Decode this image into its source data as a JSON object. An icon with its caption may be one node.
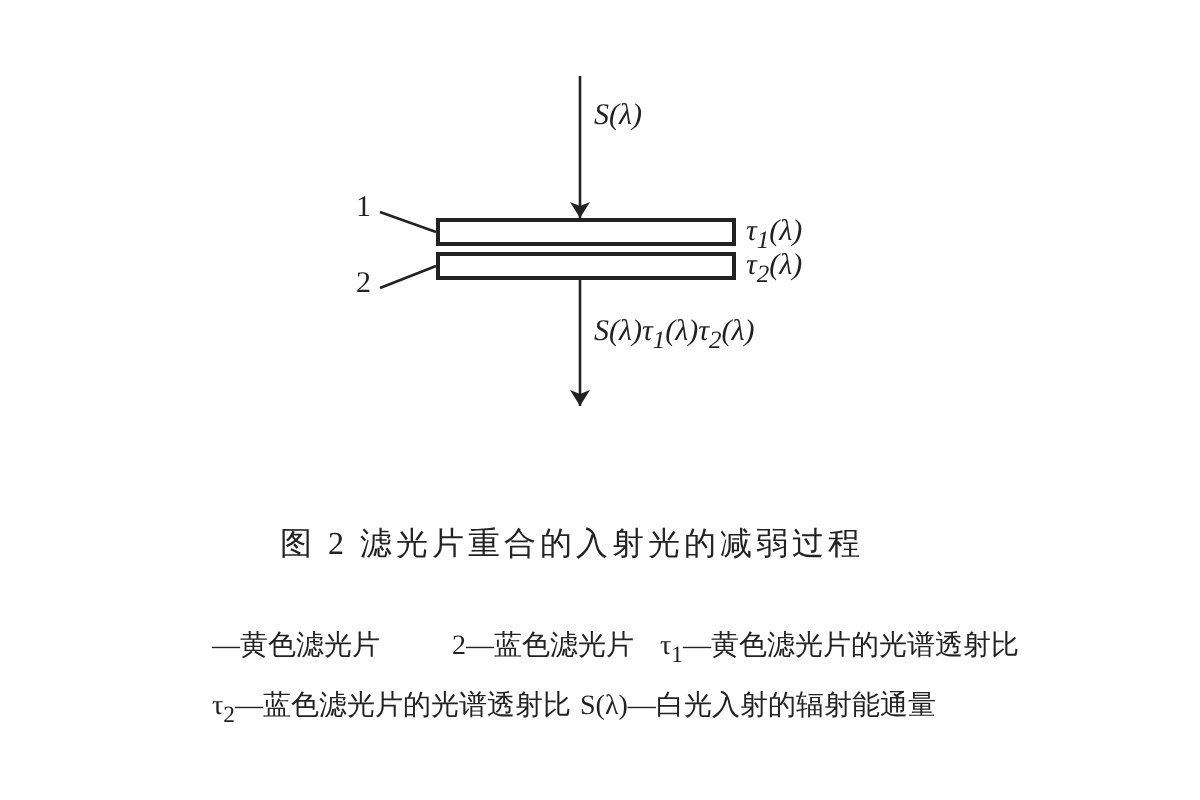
{
  "diagram": {
    "caption": "图 2 滤光片重合的入射光的减弱过程",
    "nodes": [
      {
        "text": [
          "1"
        ]
      },
      {
        "text": [],
        "shape": "box",
        "beside": [
          "τ$_{1}$(λ)"
        ]
      },
      {
        "text": [
          "2"
        ]
      },
      {
        "text": [],
        "shape": "box",
        "beside": [
          "τ$_{2}$(λ)"
        ]
      }
    ],
    "edges": [
      {
        "from": 0,
        "to": 1,
        "arrow": "none"
      },
      {
        "from": 2,
        "to": 3,
        "arrow": "none"
      },
      {
        "from": null,
        "to": 1,
        "arrow": "to",
        "label": "S(λ)"
      },
      {
        "from": 3,
        "to": null,
        "arrow": "to",
        "label": "S(λ)τ$_{1}$(λ)τ$_{2}$(λ)"
      }
    ],
    "labels": [
      "—黄色滤光片",
      "2—蓝色滤光片",
      "τ$_{1}$—黄色滤光片的光谱透射比",
      "τ$_{2}$—蓝色滤光片的光谱透射比",
      "S(λ)—白光入射的辐射能通量"
    ]
  }
}
